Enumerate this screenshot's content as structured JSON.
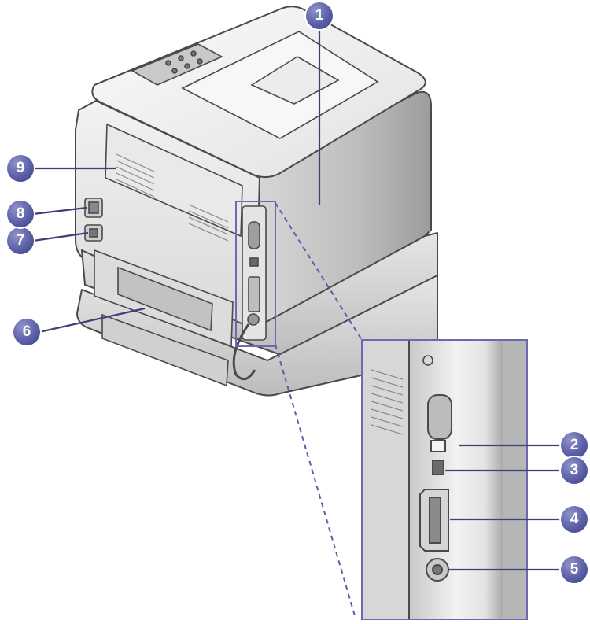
{
  "callouts": [
    {
      "id": "c1",
      "label": "1"
    },
    {
      "id": "c2",
      "label": "2"
    },
    {
      "id": "c3",
      "label": "3"
    },
    {
      "id": "c4",
      "label": "4"
    },
    {
      "id": "c5",
      "label": "5"
    },
    {
      "id": "c6",
      "label": "6"
    },
    {
      "id": "c7",
      "label": "7"
    },
    {
      "id": "c8",
      "label": "8"
    },
    {
      "id": "c9",
      "label": "9"
    }
  ],
  "colors": {
    "callout": "#5b5fa6",
    "leader": "#3d3f7a",
    "outline": "#4a4a4a",
    "body_light": "#f4f4f4",
    "body_mid": "#d6d6d6",
    "body_dark": "#9a9a9a",
    "zoom_frame": "#6a6ab0"
  }
}
